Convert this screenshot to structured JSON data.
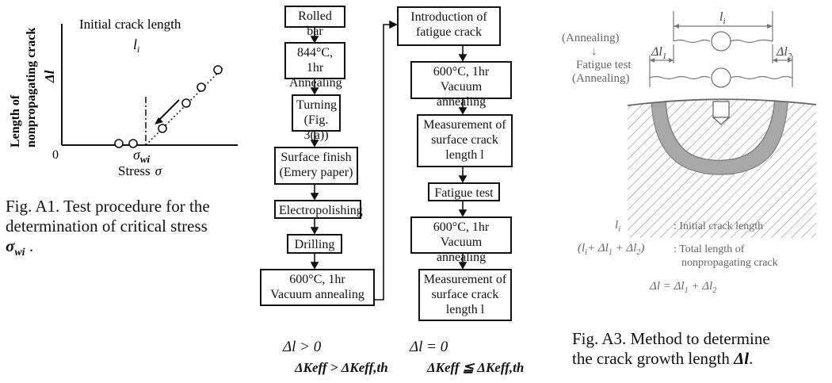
{
  "fig_a1": {
    "inner_title": "Initial crack length",
    "inner_symbol": "l",
    "inner_symbol_sub": "i",
    "ylabel_line1": "Length of",
    "ylabel_line2": "nonpropagating crack",
    "ylabel_symbol": "Δl",
    "origin": "0",
    "threshold_label": "σ",
    "threshold_sub": "wi",
    "xlabel": "Stress",
    "xlabel_symbol": "σ",
    "caption_line1": "Fig. A1. Test procedure for the",
    "caption_line2": "determination of critical stress",
    "caption_symbol": "σ",
    "caption_symbol_sub": "wi",
    "caption_end": " ."
  },
  "flowchart": {
    "left_steps": [
      "Rolled bar",
      "844°C, 1hr\nAnnealing",
      "Turning\n(Fig. 3(a))",
      "Surface finish\n(Emery paper)",
      "Electropolishing",
      "Drilling",
      "600°C, 1hr\nVacuum annealing"
    ],
    "right_steps": [
      "Introduction of\nfatigue crack",
      "600°C, 1hr\nVacuum annealing",
      "Measurement of\nsurface crack\nlength  l",
      "Fatigue test",
      "600°C, 1hr\nVacuum annealing",
      "Measurement of\nsurface crack\nlength  l"
    ],
    "cond_left_1": "Δl > 0",
    "cond_left_2": "ΔKeff > ΔKeff,th",
    "cond_right_1": "Δl = 0",
    "cond_right_2": "ΔKeff ≦ ΔKeff,th"
  },
  "fig_a3": {
    "top_label": "l",
    "top_label_sub": "i",
    "step1": "(Annealing)",
    "arrow": "↓",
    "step2": "Fatigue test",
    "step3": "(Annealing)",
    "dl1": "Δl",
    "dl1_sub": "1",
    "dl2": "Δl",
    "dl2_sub": "2",
    "legend_sym1": "l",
    "legend_sym1_sub": "i",
    "legend_desc1": ": Initial crack length",
    "legend_sym2": "(l_i + Δl_1 + Δl_2)",
    "legend_desc2a": ": Total length of",
    "legend_desc2b": "nonpropagating crack",
    "formula": "Δl = Δl_1 + Δl_2",
    "caption_line1": "Fig. A3. Method to determine",
    "caption_line2": "the crack growth length",
    "caption_symbol": "Δl",
    "caption_end": "."
  }
}
